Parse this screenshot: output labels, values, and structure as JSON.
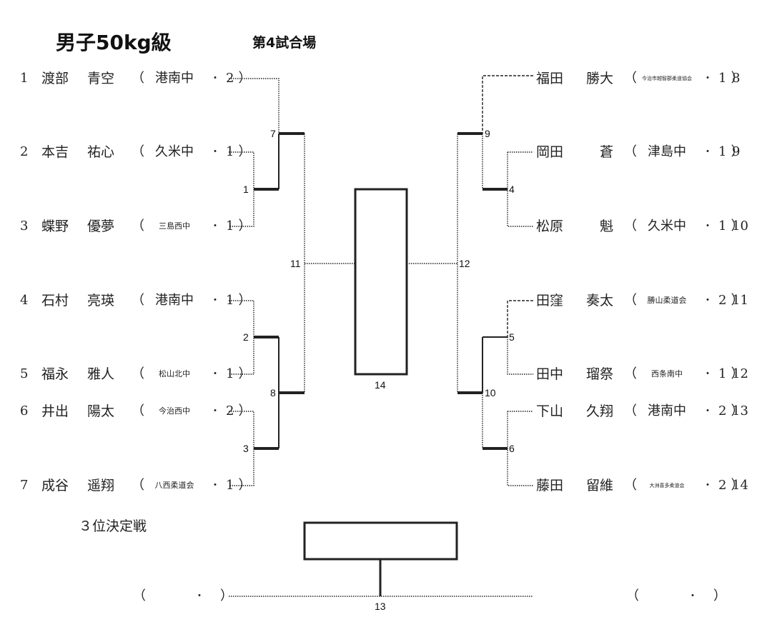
{
  "header": {
    "title": "男子50kg級",
    "venue": "第4試合場"
  },
  "left_players": [
    {
      "seed": "1",
      "surname": "渡部",
      "given": "青空",
      "school": "港南中",
      "grade": "2",
      "school_size": "normal"
    },
    {
      "seed": "2",
      "surname": "本吉",
      "given": "祐心",
      "school": "久米中",
      "grade": "1",
      "school_size": "normal"
    },
    {
      "seed": "3",
      "surname": "蝶野",
      "given": "優夢",
      "school": "三島西中",
      "grade": "1",
      "school_size": "small"
    },
    {
      "seed": "4",
      "surname": "石村",
      "given": "亮瑛",
      "school": "港南中",
      "grade": "1",
      "school_size": "normal"
    },
    {
      "seed": "5",
      "surname": "福永",
      "given": "雅人",
      "school": "松山北中",
      "grade": "1",
      "school_size": "small"
    },
    {
      "seed": "6",
      "surname": "井出",
      "given": "陽太",
      "school": "今治西中",
      "grade": "2",
      "school_size": "small"
    },
    {
      "seed": "7",
      "surname": "成谷",
      "given": "遥翔",
      "school": "八西柔道会",
      "grade": "1",
      "school_size": "small"
    }
  ],
  "right_players": [
    {
      "seed": "8",
      "surname": "福田",
      "given": "勝大",
      "school": "今治市越智郡柔道協会",
      "grade": "1",
      "school_size": "tiny"
    },
    {
      "seed": "9",
      "surname": "岡田",
      "given": "蒼",
      "school": "津島中",
      "grade": "1",
      "school_size": "normal"
    },
    {
      "seed": "10",
      "surname": "松原",
      "given": "魁",
      "school": "久米中",
      "grade": "1",
      "school_size": "normal"
    },
    {
      "seed": "11",
      "surname": "田窪",
      "given": "奏太",
      "school": "勝山柔道会",
      "grade": "2",
      "school_size": "small"
    },
    {
      "seed": "12",
      "surname": "田中",
      "given": "瑠祭",
      "school": "西条南中",
      "grade": "1",
      "school_size": "small"
    },
    {
      "seed": "13",
      "surname": "下山",
      "given": "久翔",
      "school": "港南中",
      "grade": "2",
      "school_size": "normal"
    },
    {
      "seed": "14",
      "surname": "藤田",
      "given": "留維",
      "school": "大洲喜多柔道会",
      "grade": "2",
      "school_size": "tiny"
    }
  ],
  "match_numbers": [
    "1",
    "2",
    "3",
    "4",
    "5",
    "6",
    "7",
    "8",
    "9",
    "10",
    "11",
    "12",
    "13",
    "14"
  ],
  "third_place": {
    "label": "３位決定戦"
  },
  "punctuation": {
    "open": "（",
    "close": "）",
    "dot": "・"
  }
}
